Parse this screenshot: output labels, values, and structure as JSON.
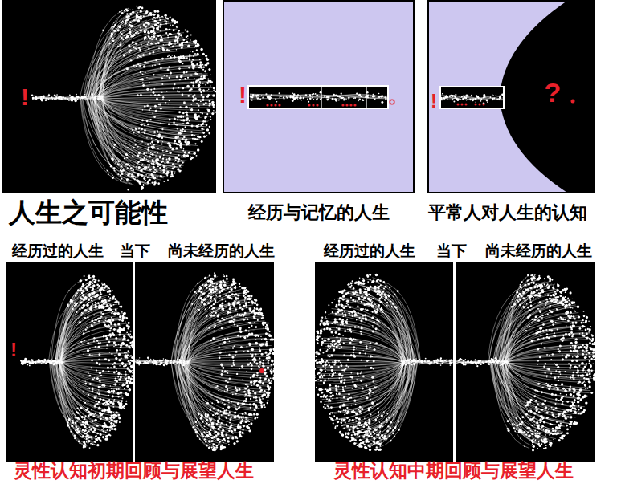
{
  "diagram": {
    "labels": [
      "人生之可能性",
      "经历与记忆的人生",
      "平常人对人生的认知",
      "经历过的人生",
      "当下",
      "尚未经历的人生",
      "经历过的人生",
      "当下",
      "尚未经历的人生",
      "灵性认知初期回顾与展望人生",
      "灵性认知中期回顾与展望人生",
      "!",
      "!",
      "!",
      "?",
      "!"
    ]
  }
}
